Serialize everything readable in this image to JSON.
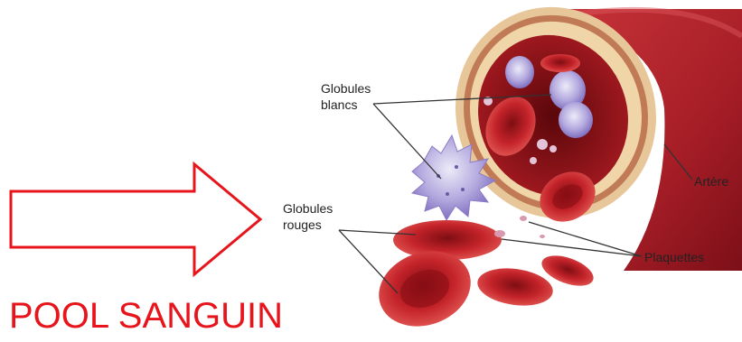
{
  "title": "POOL SANGUIN",
  "labels": {
    "white_cells": [
      "Globules",
      "blancs"
    ],
    "red_cells": [
      "Globules",
      "rouges"
    ],
    "artery": "Artère",
    "platelets": "Plaquettes"
  },
  "colors": {
    "title": "#e8141b",
    "arrow": "#e8141b",
    "artery_wall": "#b3262f",
    "red_cell": "#c9242a",
    "white_cell": "#a89ad6"
  }
}
